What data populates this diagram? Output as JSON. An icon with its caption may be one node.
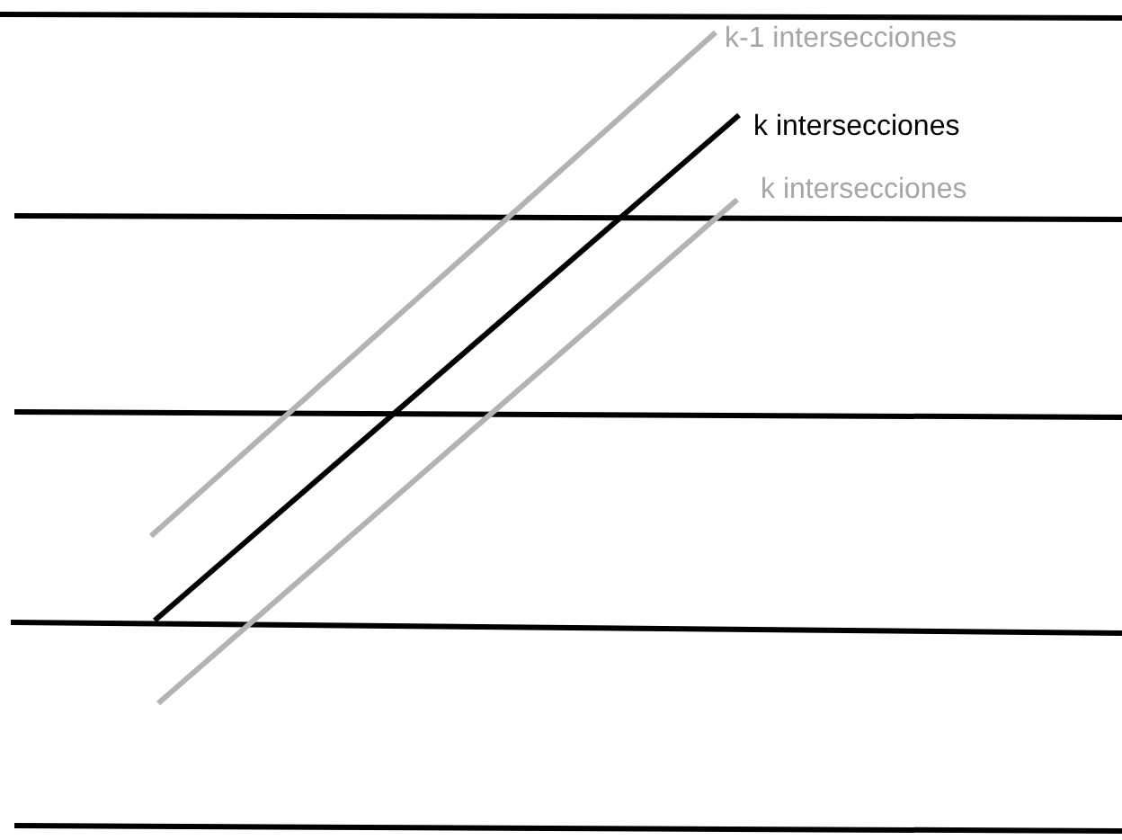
{
  "diagram": {
    "labels": [
      "k-1 intersecciones",
      "k intersecciones",
      "k intersecciones"
    ]
  }
}
